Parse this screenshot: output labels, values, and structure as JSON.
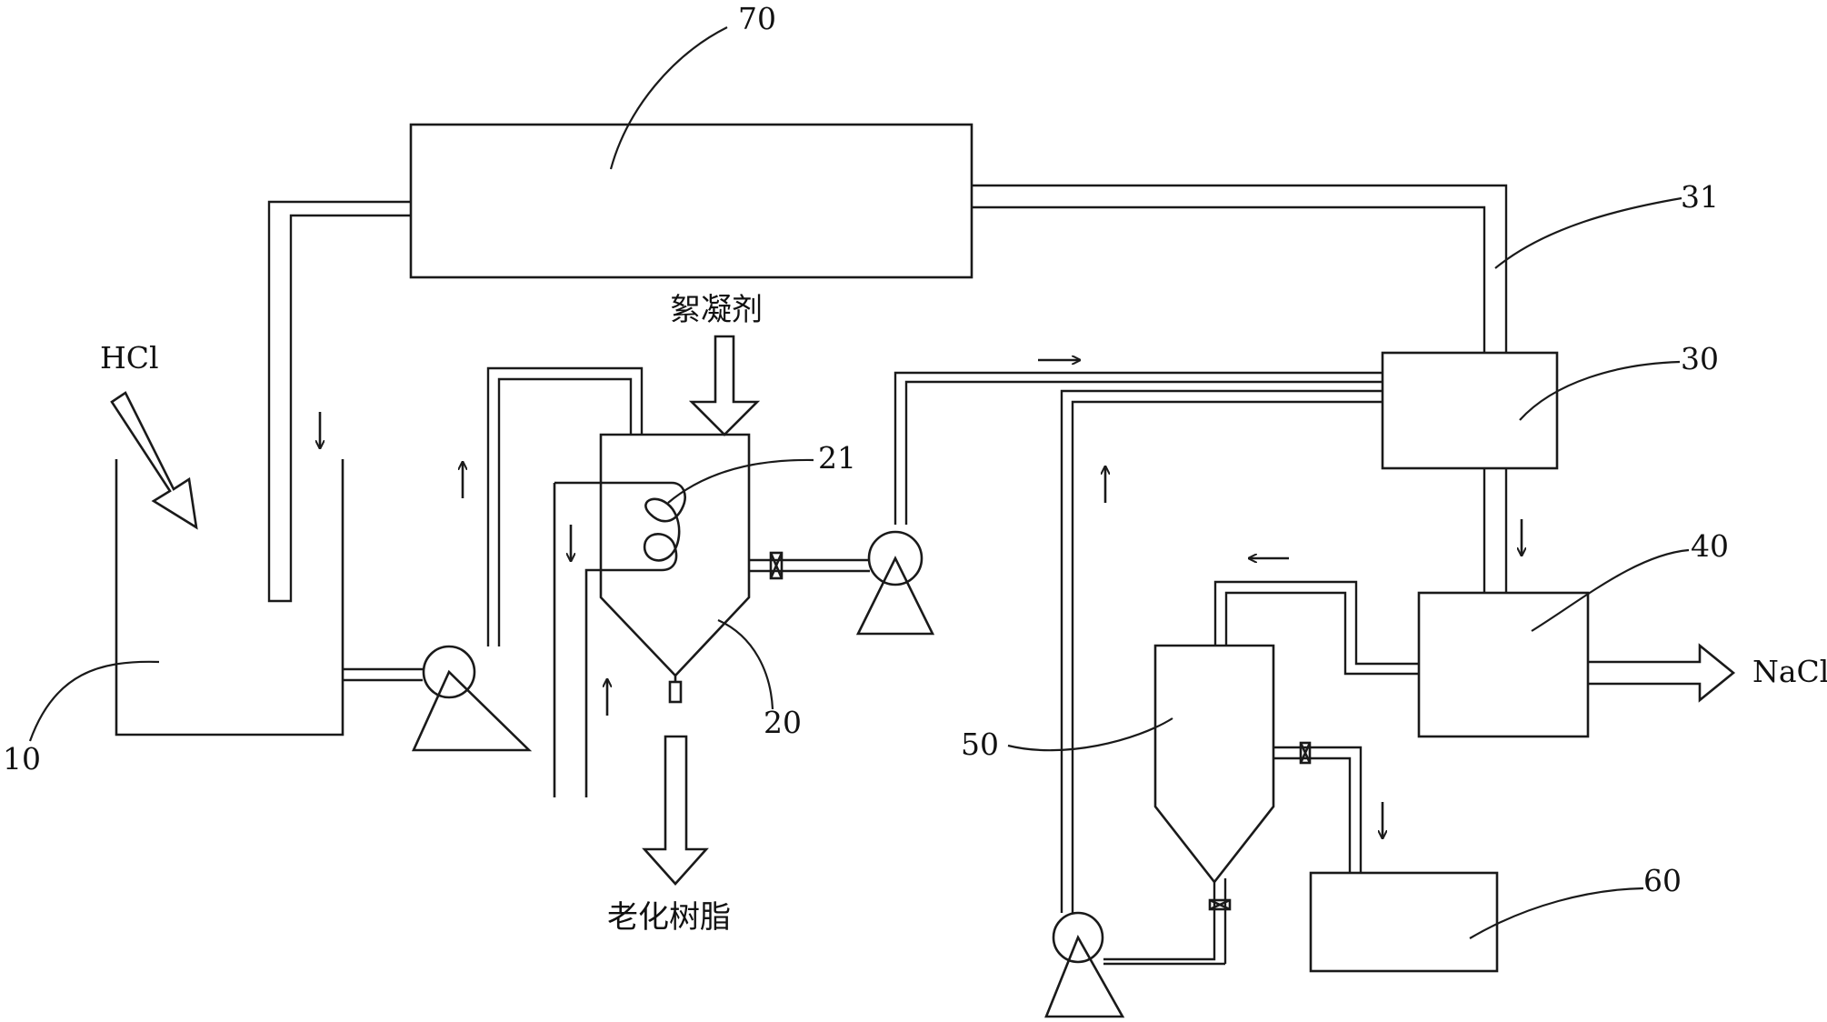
{
  "diagram": {
    "labels": {
      "n70": "70",
      "n31": "31",
      "n30": "30",
      "n40": "40",
      "n21": "21",
      "n20": "20",
      "n10": "10",
      "n50": "50",
      "n60": "60",
      "hcl": "HCl",
      "flocculant": "絮凝剂",
      "aged_resin": "老化树脂",
      "nacl": "NaCl"
    },
    "colors": {
      "line": "#1a1a1a",
      "background": "#ffffff"
    }
  }
}
